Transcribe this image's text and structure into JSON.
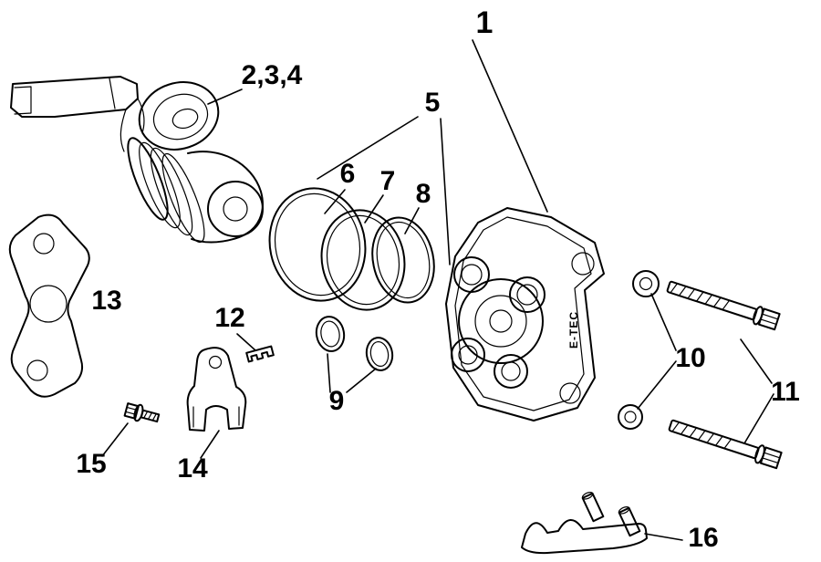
{
  "diagram": {
    "type": "exploded-parts-diagram",
    "background_color": "#ffffff",
    "line_color": "#000000",
    "callouts": [
      {
        "label": "1"
      },
      {
        "label": "2,3,4"
      },
      {
        "label": "5"
      },
      {
        "label": "6"
      },
      {
        "label": "7"
      },
      {
        "label": "8"
      },
      {
        "label": "9"
      },
      {
        "label": "10"
      },
      {
        "label": "11"
      },
      {
        "label": "12"
      },
      {
        "label": "13"
      },
      {
        "label": "14"
      },
      {
        "label": "15"
      },
      {
        "label": "16"
      }
    ],
    "markings": {
      "housing_brand": "E-TEC"
    }
  }
}
